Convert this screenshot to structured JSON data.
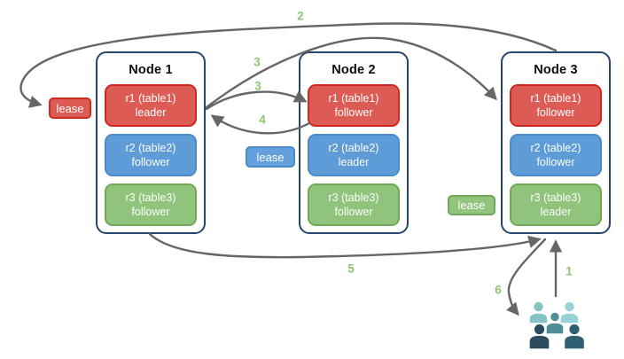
{
  "nodes": [
    {
      "title": "Node 1",
      "replicas": [
        {
          "line1": "r1 (table1)",
          "line2": "leader",
          "color": "red"
        },
        {
          "line1": "r2 (table2)",
          "line2": "follower",
          "color": "blue"
        },
        {
          "line1": "r3 (table3)",
          "line2": "follower",
          "color": "green"
        }
      ]
    },
    {
      "title": "Node 2",
      "replicas": [
        {
          "line1": "r1 (table1)",
          "line2": "follower",
          "color": "red"
        },
        {
          "line1": "r2 (table2)",
          "line2": "leader",
          "color": "blue"
        },
        {
          "line1": "r3 (table3)",
          "line2": "follower",
          "color": "green"
        }
      ]
    },
    {
      "title": "Node 3",
      "replicas": [
        {
          "line1": "r1 (table1)",
          "line2": "follower",
          "color": "red"
        },
        {
          "line1": "r2 (table2)",
          "line2": "follower",
          "color": "blue"
        },
        {
          "line1": "r3 (table3)",
          "line2": "leader",
          "color": "green"
        }
      ]
    }
  ],
  "leases": {
    "red": {
      "label": "lease"
    },
    "blue": {
      "label": "lease"
    },
    "green": {
      "label": "lease"
    }
  },
  "steps": {
    "s1": "1",
    "s2": "2",
    "s3a": "3",
    "s3b": "3",
    "s4": "4",
    "s5": "5",
    "s6": "6"
  },
  "icons": {
    "users_group": "users-group-icon"
  },
  "colors": {
    "replica_red_fill": "#dc5b55",
    "replica_red_border": "#d2271d",
    "replica_blue_fill": "#5e9cd8",
    "replica_blue_border": "#4a8bc9",
    "replica_green_fill": "#90c47c",
    "replica_green_border": "#6fa956",
    "node_border": "#27466d",
    "arrow": "#666666",
    "step_label": "#8fc470",
    "users_icon": [
      "#85c4c6",
      "#9ad3d6",
      "#4e8d98",
      "#2b4b5e",
      "#2e5f72"
    ]
  }
}
